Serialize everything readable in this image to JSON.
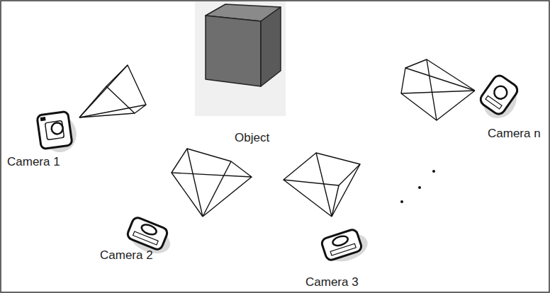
{
  "diagram": {
    "labels": [
      "Object",
      "Camera 1",
      "Camera 2",
      "Camera 3",
      "Camera n"
    ]
  }
}
